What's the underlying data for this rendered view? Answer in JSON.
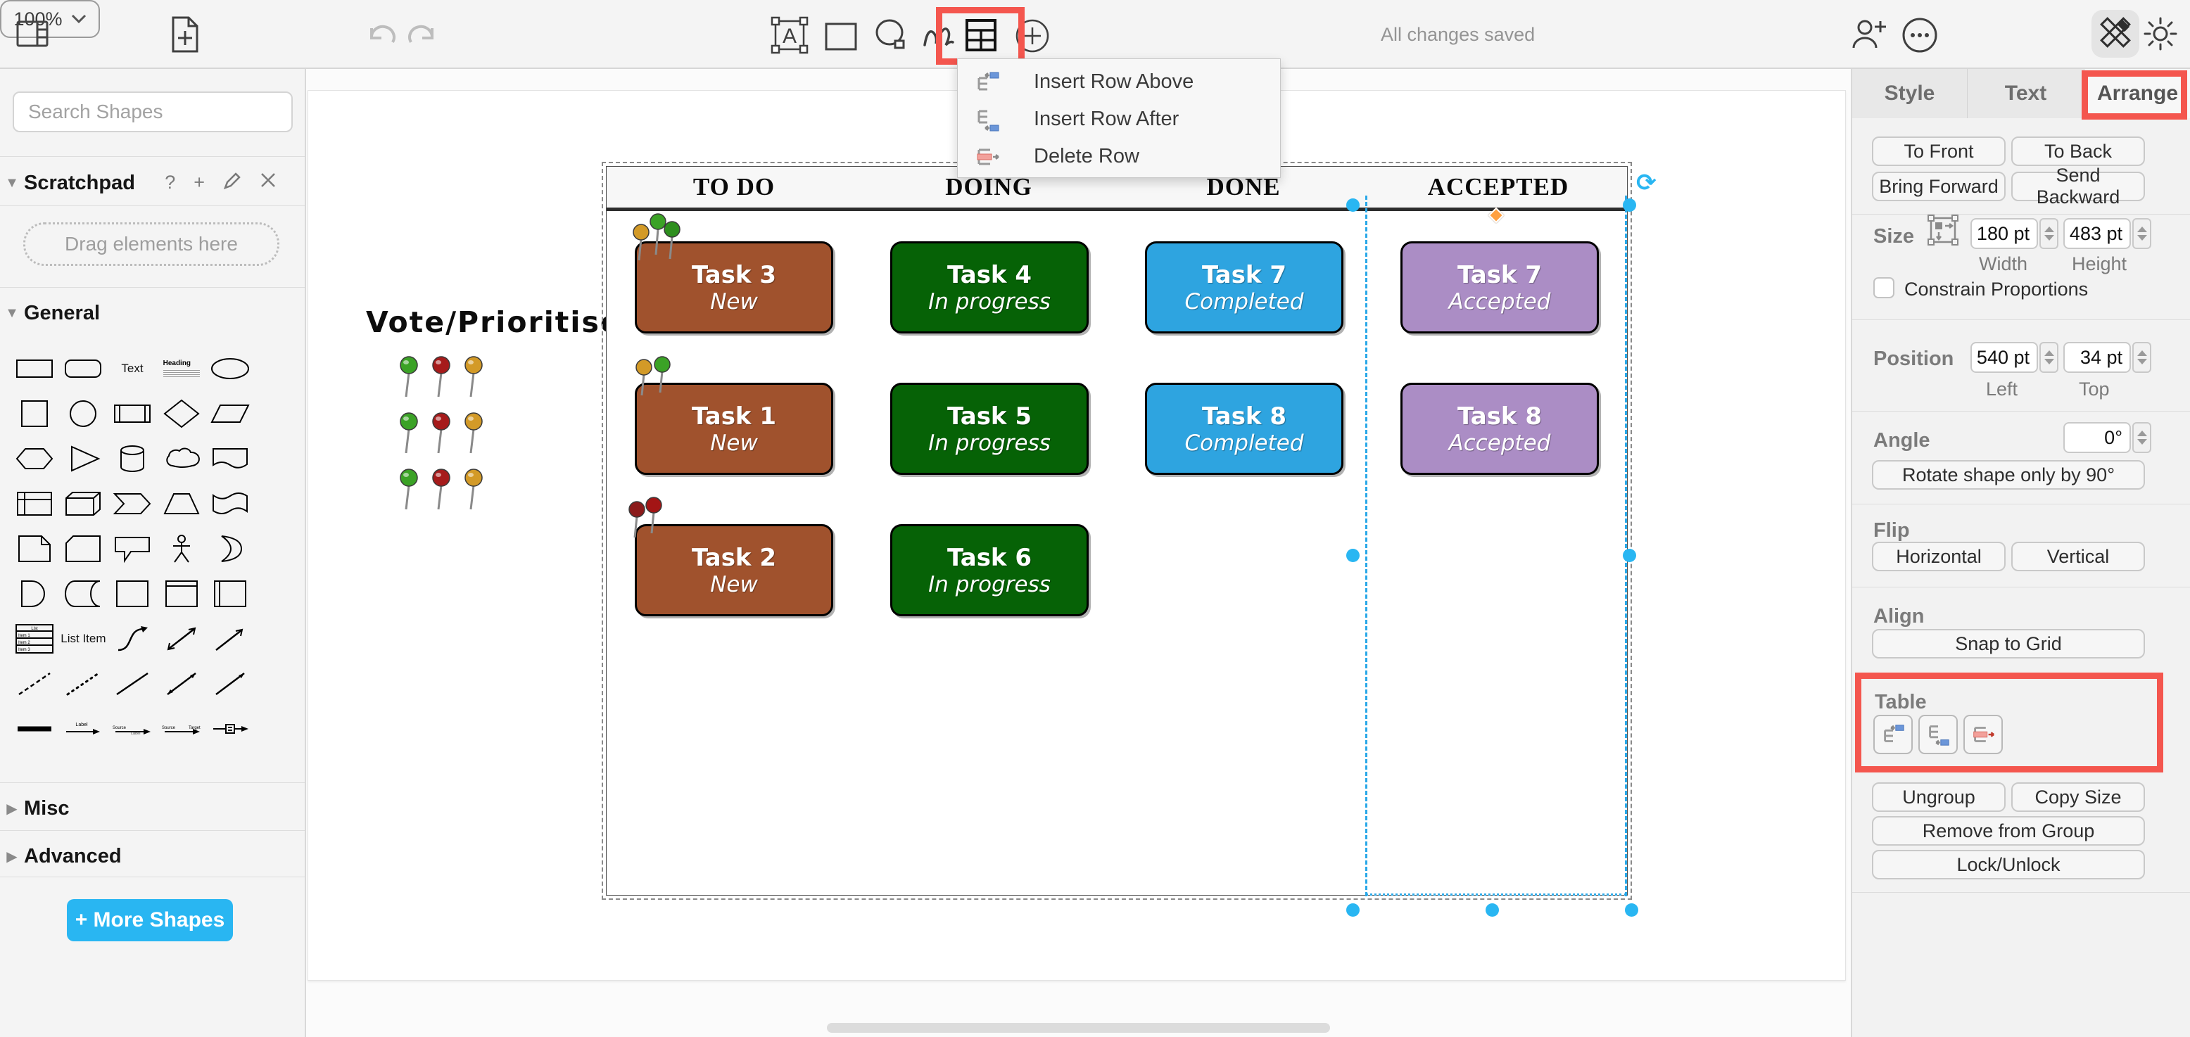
{
  "toolbar": {
    "zoom_value": "100%",
    "status": "All changes saved"
  },
  "menu": {
    "items": [
      {
        "icon": "insert-row-above-icon",
        "label": "Insert Row Above"
      },
      {
        "icon": "insert-row-after-icon",
        "label": "Insert Row After"
      },
      {
        "icon": "delete-row-icon",
        "label": "Delete Row"
      }
    ]
  },
  "sidebar": {
    "search_placeholder": "Search Shapes",
    "scratchpad": {
      "title": "Scratchpad",
      "help": "?",
      "add": "+",
      "hint": "Drag elements here"
    },
    "general_title": "General",
    "misc_title": "Misc",
    "advanced_title": "Advanced",
    "more_shapes_label": "+ More Shapes",
    "palette": {
      "text": "Text",
      "heading": "Heading",
      "list_title": "List",
      "item1": "Item 1",
      "item2": "Item 2",
      "item3": "Item 3",
      "list_item": "List Item",
      "label": "Label",
      "source": "Source",
      "target": "Target",
      "shape_names": [
        "rectangle",
        "rounded-rectangle",
        "text",
        "heading",
        "ellipse",
        "square",
        "circle",
        "process",
        "diamond",
        "parallelogram",
        "hexagon",
        "triangle",
        "cylinder",
        "cloud",
        "document",
        "internal-storage",
        "cube",
        "step",
        "trapezoid",
        "tape",
        "note",
        "card",
        "callout",
        "actor",
        "or",
        "and",
        "data-storage",
        "container",
        "vertical-container",
        "horizontal-container",
        "list",
        "list-item",
        "curve",
        "bidirectional-arrow",
        "arrow",
        "dashed-line",
        "dotted-line",
        "line",
        "bidirectional-connector",
        "directional-connector",
        "link",
        "arrow-with-label",
        "arrow-source-label",
        "arrow-source-target",
        "arrow-with-box"
      ]
    }
  },
  "canvas": {
    "vote_label": "Vote/Prioritise",
    "vote_pins": [
      "green",
      "red",
      "gold",
      "green",
      "red",
      "gold",
      "green",
      "red",
      "gold"
    ],
    "board": {
      "columns": [
        {
          "title": "TO DO",
          "color": "#A0522D",
          "cards": [
            {
              "title": "Task 3",
              "status": "New",
              "pins": [
                "gold",
                "green",
                "green"
              ]
            },
            {
              "title": "Task 1",
              "status": "New",
              "pins": [
                "gold",
                "green"
              ]
            },
            {
              "title": "Task 2",
              "status": "New",
              "pins": [
                "darkred",
                "darkred"
              ]
            }
          ]
        },
        {
          "title": "DOING",
          "color": "#066206",
          "cards": [
            {
              "title": "Task 4",
              "status": "In progress"
            },
            {
              "title": "Task 5",
              "status": "In progress"
            },
            {
              "title": "Task 6",
              "status": "In progress"
            }
          ]
        },
        {
          "title": "DONE",
          "color": "#2EA4E0",
          "cards": [
            {
              "title": "Task 7",
              "status": "Completed"
            },
            {
              "title": "Task 8",
              "status": "Completed"
            }
          ]
        },
        {
          "title": "ACCEPTED",
          "color": "#AB8DC5",
          "selected": true,
          "cards": [
            {
              "title": "Task 7",
              "status": "Accepted"
            },
            {
              "title": "Task 8",
              "status": "Accepted"
            }
          ]
        }
      ]
    }
  },
  "arrange_panel": {
    "tabs": [
      {
        "label": "Style"
      },
      {
        "label": "Text"
      },
      {
        "label": "Arrange",
        "active": true
      }
    ],
    "order": {
      "to_front": "To Front",
      "to_back": "To Back",
      "bring_forward": "Bring Forward",
      "send_backward": "Send Backward"
    },
    "size": {
      "label": "Size",
      "width_value": "180 pt",
      "height_value": "483 pt",
      "width_label": "Width",
      "height_label": "Height",
      "constrain_label": "Constrain Proportions"
    },
    "position": {
      "label": "Position",
      "left_value": "540 pt",
      "top_value": "34 pt",
      "left_label": "Left",
      "top_label": "Top"
    },
    "angle": {
      "label": "Angle",
      "value": "0°",
      "rotate_button": "Rotate shape only by 90°"
    },
    "flip": {
      "label": "Flip",
      "horizontal": "Horizontal",
      "vertical": "Vertical"
    },
    "align": {
      "label": "Align",
      "snap_button": "Snap to Grid"
    },
    "table": {
      "label": "Table"
    },
    "group": {
      "ungroup": "Ungroup",
      "copy_size": "Copy Size",
      "remove": "Remove from Group",
      "lock": "Lock/Unlock"
    }
  },
  "colors": {
    "highlight_red": "#F4564E",
    "handle_blue": "#29B6F2",
    "selection_orange": "#FFA040",
    "card_brown": "#A0522D",
    "card_green": "#066206",
    "card_blue": "#2EA4E0",
    "card_purple": "#AB8DC5",
    "more_shapes_blue": "#29B6F2"
  }
}
